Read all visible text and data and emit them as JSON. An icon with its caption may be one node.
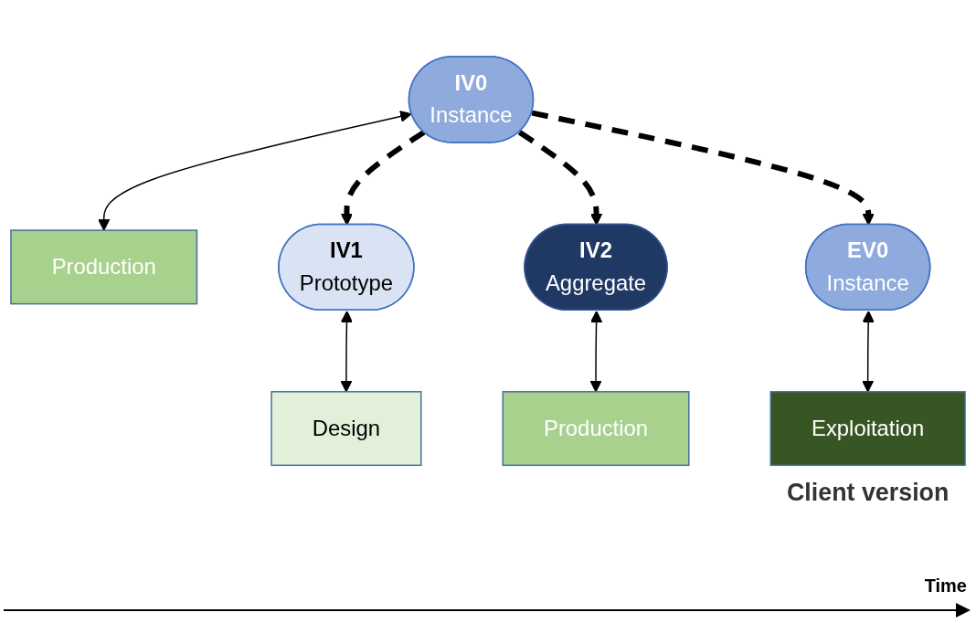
{
  "diagram": {
    "nodes": [
      {
        "text": [
          "IV0",
          "Instance"
        ]
      },
      {
        "text": [
          "Production"
        ]
      },
      {
        "text": [
          "IV1",
          "Prototype"
        ]
      },
      {
        "text": [
          "Design"
        ]
      },
      {
        "text": [
          "IV2",
          "Aggregate"
        ]
      },
      {
        "text": [
          "Production"
        ]
      },
      {
        "text": [
          "EV0",
          "Instance"
        ]
      },
      {
        "text": [
          "Exploitation"
        ],
        "beside": [
          "Client version"
        ]
      }
    ],
    "edges": [
      {
        "from": 0,
        "to": 2,
        "arrow": "to",
        "style": "dashed"
      },
      {
        "from": 0,
        "to": 4,
        "arrow": "to",
        "style": "dashed"
      },
      {
        "from": 0,
        "to": 6,
        "arrow": "to",
        "style": "dashed"
      },
      {
        "from": 0,
        "to": 1,
        "arrow": "both"
      },
      {
        "from": 2,
        "to": 3,
        "arrow": "both"
      },
      {
        "from": 4,
        "to": 5,
        "arrow": "both"
      },
      {
        "from": 6,
        "to": 7,
        "arrow": "both"
      }
    ],
    "labels": [
      "Time"
    ]
  }
}
